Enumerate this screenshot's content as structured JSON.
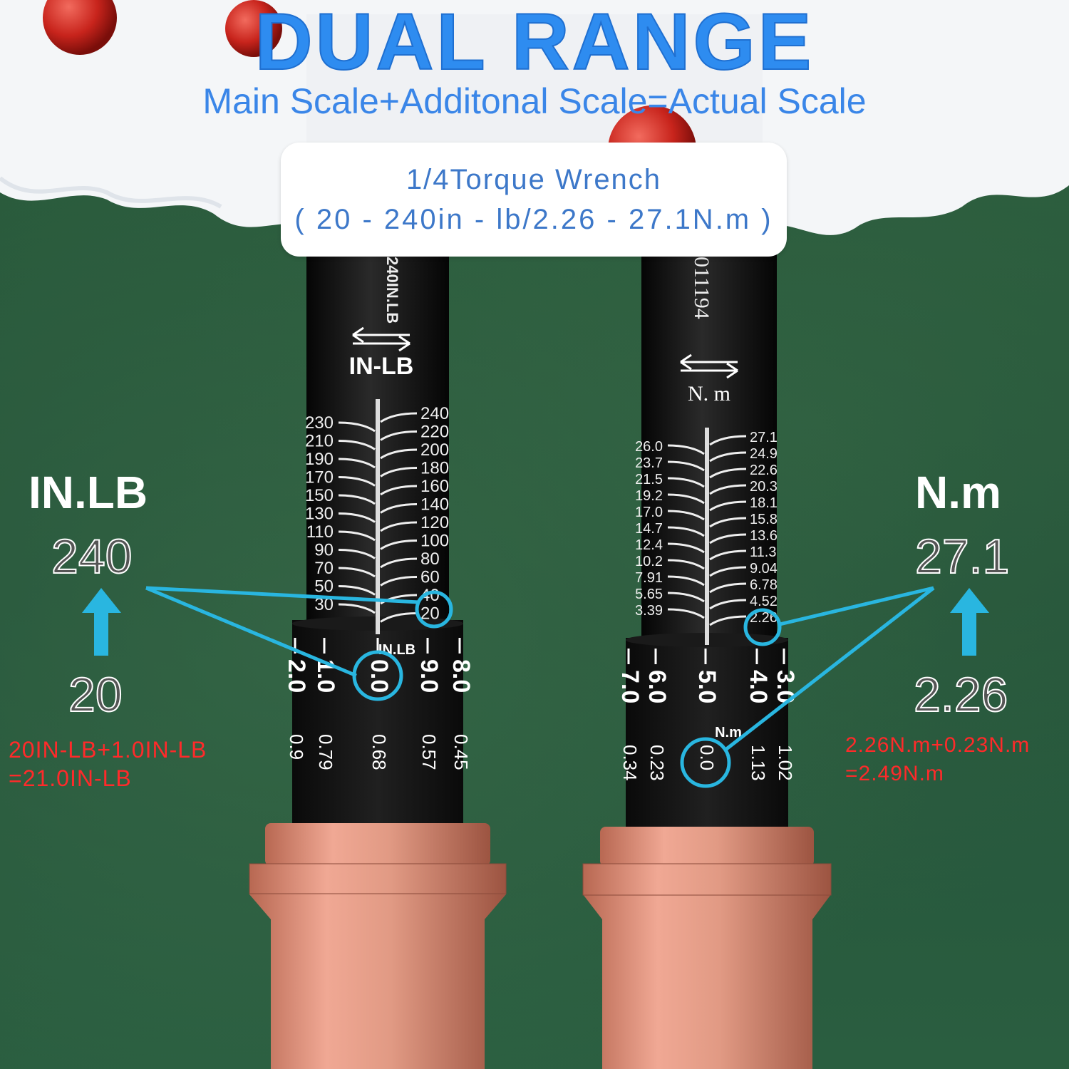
{
  "header": {
    "title": "DUAL RANGE",
    "subtitle": "Main Scale+Additonal Scale=Actual Scale"
  },
  "info_box": {
    "line1": "1/4Torque Wrench",
    "line2": "( 20 - 240in - lb/2.26 - 27.1N.m )"
  },
  "left_panel": {
    "unit": "IN.LB",
    "max": "240",
    "min": "20",
    "equation_line1": "20IN-LB+1.0IN-LB",
    "equation_line2": "=21.0IN-LB"
  },
  "right_panel": {
    "unit": "N.m",
    "max": "27.1",
    "min": "2.26",
    "equation_line1": "2.26N.m+0.23N.m",
    "equation_line2": "=2.49N.m"
  },
  "left_wrench": {
    "engraving": "240IN.LB",
    "unit_label": "IN-LB",
    "scale_left": [
      "230",
      "210",
      "190",
      "170",
      "150",
      "130",
      "110",
      "90",
      "70",
      "50",
      "30"
    ],
    "scale_right": [
      "240",
      "220",
      "200",
      "180",
      "160",
      "140",
      "120",
      "100",
      "80",
      "60",
      "40",
      "20"
    ],
    "collar_label": "IN.LB",
    "collar_marks": [
      "2.0",
      "1.0",
      "0.0",
      "9.0",
      "8.0"
    ],
    "collar_sub": [
      "0.9",
      "0.79",
      "0.68",
      "0.57",
      "0.45"
    ]
  },
  "right_wrench": {
    "engraving": "011194",
    "unit_label": "N. m",
    "scale_left": [
      "26.0",
      "23.7",
      "21.5",
      "19.2",
      "17.0",
      "14.7",
      "12.4",
      "10.2",
      "7.91",
      "5.65",
      "3.39"
    ],
    "scale_right": [
      "27.1",
      "24.9",
      "22.6",
      "20.3",
      "18.1",
      "15.8",
      "13.6",
      "11.3",
      "9.04",
      "6.78",
      "4.52",
      "2.26"
    ],
    "collar_label": "N.m",
    "collar_marks": [
      "7.0",
      "6.0",
      "5.0",
      "4.0",
      "3.0"
    ],
    "collar_sub": [
      "0.34",
      "0.23",
      "0.0",
      "1.13",
      "1.02"
    ]
  },
  "colors": {
    "title": "#2e8cf0",
    "annotation": "#29b6e0",
    "equation": "#ff2a2a",
    "handle": "#d98c78"
  }
}
